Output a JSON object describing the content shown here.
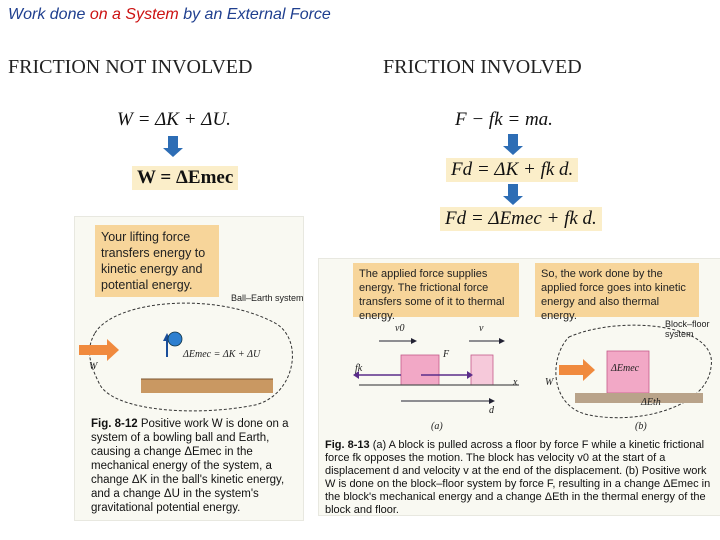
{
  "title": {
    "part1": "Work done ",
    "part2": "on a System",
    "part3": " by an External Force"
  },
  "left": {
    "heading": "FRICTION NOT INVOLVED",
    "eq1": "W = ΔK + ΔU.",
    "eq2": "W = ΔEmec",
    "note": "Your lifting force transfers energy to kinetic energy and potential energy.",
    "system_label": "Ball–Earth system",
    "energy_label": "ΔEmec = ΔK + ΔU",
    "w_label": "W",
    "caption_fig": "Fig. 8-12",
    "caption_text": "Positive work W is done on a system of a bowling ball and Earth, causing a change ΔEmec in the mechanical energy of the system, a change ΔK in the ball's kinetic energy, and a change ΔU in the system's gravitational potential energy."
  },
  "right": {
    "heading": "FRICTION INVOLVED",
    "eq1": "F − fk = ma.",
    "eq2": "Fd = ΔK + fk d.",
    "eq3": "Fd = ΔEmec + fk d.",
    "note_a": "The applied force supplies energy. The frictional force transfers some of it to thermal energy.",
    "note_b": "So, the work done by the applied force goes into kinetic energy and also thermal energy.",
    "label_v0": "v0",
    "label_v": "v",
    "label_F": "F",
    "label_fk": "fk",
    "label_x": "x",
    "label_d": "d",
    "label_a": "(a)",
    "label_b": "(b)",
    "system_label": "Block–floor system",
    "energy_label": "ΔEmec",
    "w_label": "W",
    "eth_label": "ΔEth",
    "caption_fig": "Fig. 8-13",
    "caption_text": "(a) A block is pulled across a floor by force F while a kinetic frictional force fk opposes the motion. The block has velocity v0 at the start of a displacement d and velocity v at the end of the displacement. (b) Positive work W is done on the block–floor system by force F, resulting in a change ΔEmec in the block's mechanical energy and a change ΔEth in the thermal energy of the block and floor."
  },
  "colors": {
    "title_blue": "#1f3f8f",
    "title_red": "#cc1111",
    "arrow_blue": "#2d6db5",
    "note_orange": "#f7d59a",
    "eq_shade": "#fbeec9",
    "block_pink": "#f2a8c6"
  }
}
